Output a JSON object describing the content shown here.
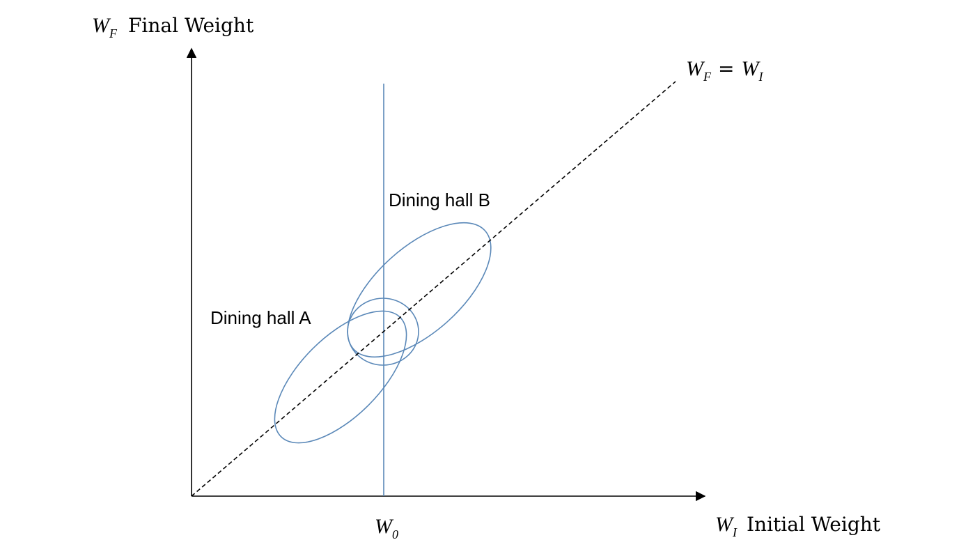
{
  "colors": {
    "axes": "#000000",
    "ellipse_stroke": "#5a88b8",
    "reference_line": "#5a88b8",
    "diagonal": "#000000"
  },
  "y_axis": {
    "symbol": "W",
    "subscript": "F",
    "label": "Final Weight"
  },
  "x_axis": {
    "symbol": "W",
    "subscript": "I",
    "label": "Initial Weight"
  },
  "diagonal_label": {
    "lhs_symbol": "W",
    "lhs_subscript": "F",
    "equals": "=",
    "rhs_symbol": "W",
    "rhs_subscript": "I"
  },
  "reference_line_label": {
    "symbol": "W",
    "subscript": "0"
  },
  "groups": [
    {
      "label": "Dining hall A"
    },
    {
      "label": "Dining hall B"
    }
  ]
}
